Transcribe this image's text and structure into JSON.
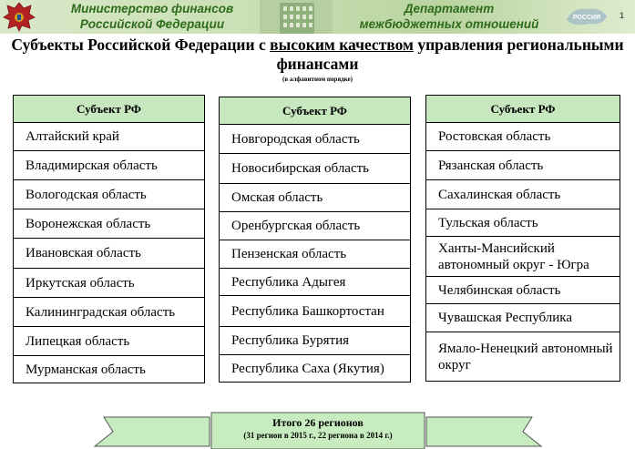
{
  "header": {
    "left_line1": "Министерство финансов",
    "left_line2": "Российской Федерации",
    "right_line1": "Департамент",
    "right_line2": "межбюджетных отношений",
    "logo_text": "РОССИЯ",
    "page_number": "1"
  },
  "title": {
    "part1": "Субъекты Российской Федерации с ",
    "highlight": "высоким качеством",
    "part2": " управления региональными финансами",
    "subtitle": "(в алфавитном порядке)"
  },
  "tables": [
    {
      "header": "Субъект РФ",
      "rows": [
        "Алтайский край",
        "Владимирская область",
        "Вологодская область",
        "Воронежская область",
        "Ивановская область",
        "Иркутская область",
        "Калининградская область",
        "Липецкая область",
        "Мурманская область"
      ]
    },
    {
      "header": "Субъект РФ",
      "rows": [
        "Новгородская область",
        "Новосибирская область",
        "Омская область",
        "Оренбургская область",
        "Пензенская область",
        "Республика Адыгея",
        "Республика Башкортостан",
        "Республика Бурятия",
        "Республика Саха (Якутия)"
      ]
    },
    {
      "header": "Субъект РФ",
      "rows": [
        "Ростовская область",
        "Рязанская область",
        "Сахалинская область",
        "Тульская область",
        "Ханты-Мансийский автономный округ - Югра",
        "Челябинская область",
        "Чувашская Республика",
        "Ямало-Ненецкий автономный округ"
      ]
    }
  ],
  "summary": {
    "line1": "Итого 26 регионов",
    "line2": "(31 регион в 2015 г., 22 региона в 2014 г.)"
  },
  "colors": {
    "header_text": "#2e6b1a",
    "table_header_bg": "#c7e8bf",
    "banner_bg": "#c7ecc0"
  }
}
